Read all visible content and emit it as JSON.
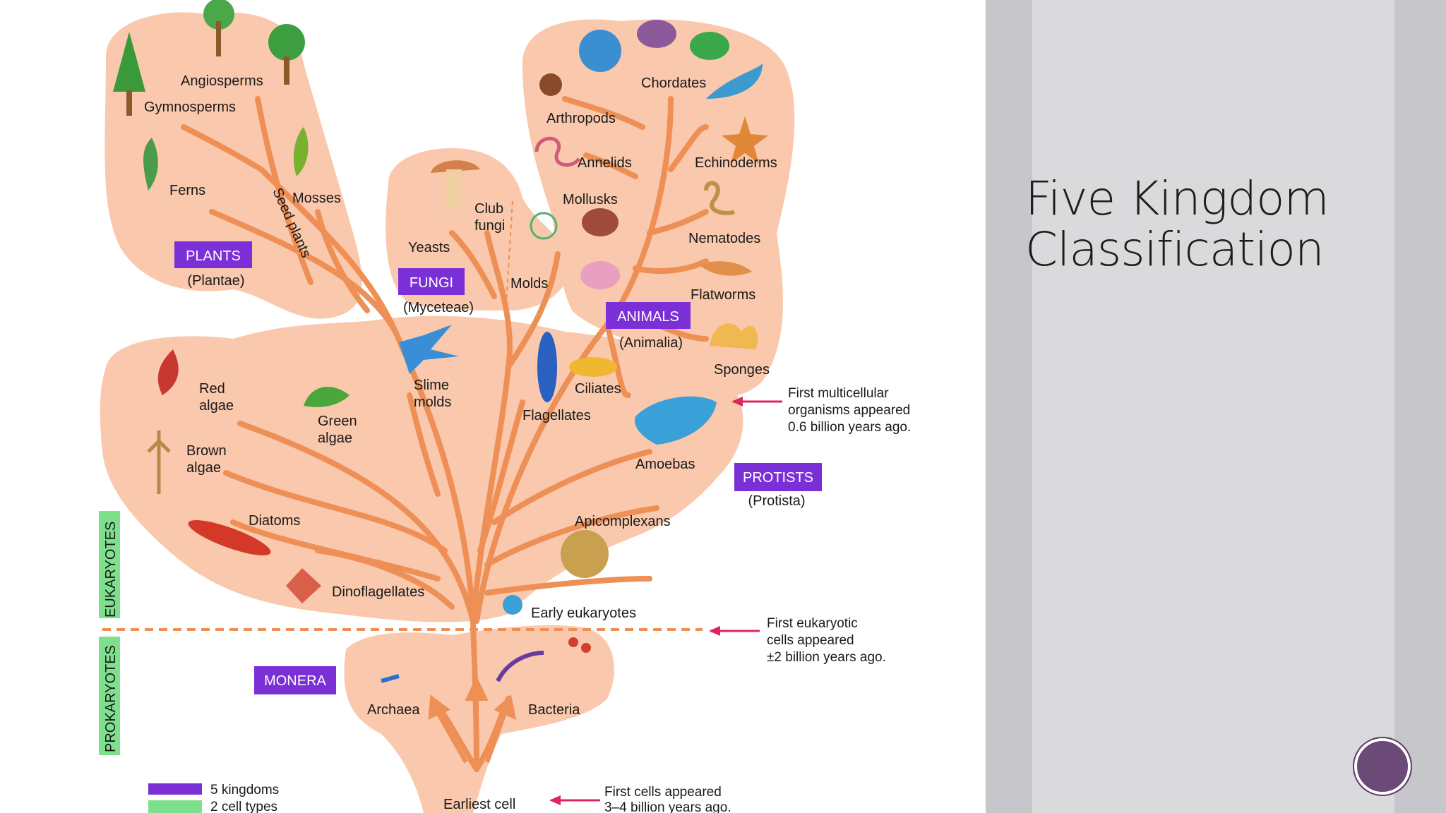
{
  "slide": {
    "title_line1": "Five Kingdom",
    "title_line2": "Classification"
  },
  "diagram": {
    "kingdoms": {
      "plants": {
        "name": "PLANTS",
        "latin": "(Plantae)"
      },
      "fungi": {
        "name": "FUNGI",
        "latin": "(Myceteae)"
      },
      "animals": {
        "name": "ANIMALS",
        "latin": "(Animalia)"
      },
      "protists": {
        "name": "PROTISTS",
        "latin": "(Protista)"
      },
      "monera": {
        "name": "MONERA"
      }
    },
    "cell_types": {
      "eukaryotes": "EUKARYOTES",
      "prokaryotes": "PROKARYOTES"
    },
    "plant_groups": [
      "Angiosperms",
      "Gymnosperms",
      "Ferns",
      "Mosses",
      "Seed plants"
    ],
    "fungi_groups": [
      "Club",
      "fungi",
      "Yeasts",
      "Molds"
    ],
    "animal_groups": [
      "Chordates",
      "Arthropods",
      "Annelids",
      "Echinoderms",
      "Mollusks",
      "Nematodes",
      "Flatworms",
      "Sponges"
    ],
    "protist_groups": [
      "Red",
      "algae",
      "Green",
      "algae",
      "Brown",
      "algae",
      "Slime",
      "molds",
      "Flagellates",
      "Ciliates",
      "Amoebas",
      "Diatoms",
      "Apicomplexans",
      "Dinoflagellates"
    ],
    "early": [
      "Early eukaryotes",
      "Archaea",
      "Bacteria",
      "Earliest cell"
    ],
    "annotations": {
      "multicellular": [
        "First multicellular",
        "organisms appeared",
        "0.6 billion years ago."
      ],
      "eukaryotic": [
        "First eukaryotic",
        "cells appeared",
        "±2 billion years ago."
      ],
      "first_cells": [
        "First  cells appeared",
        "3–4 billion years ago."
      ]
    },
    "legend": [
      "5 kingdoms",
      "2 cell types"
    ],
    "colors": {
      "blob": "#f9c8ad",
      "branch": "#ee8f55",
      "kingdom_box": "#7b2fd6",
      "cell_type_box": "#7ee08d",
      "arrow": "#e0245e"
    }
  },
  "nav": {
    "icon": "circle-button-icon"
  }
}
